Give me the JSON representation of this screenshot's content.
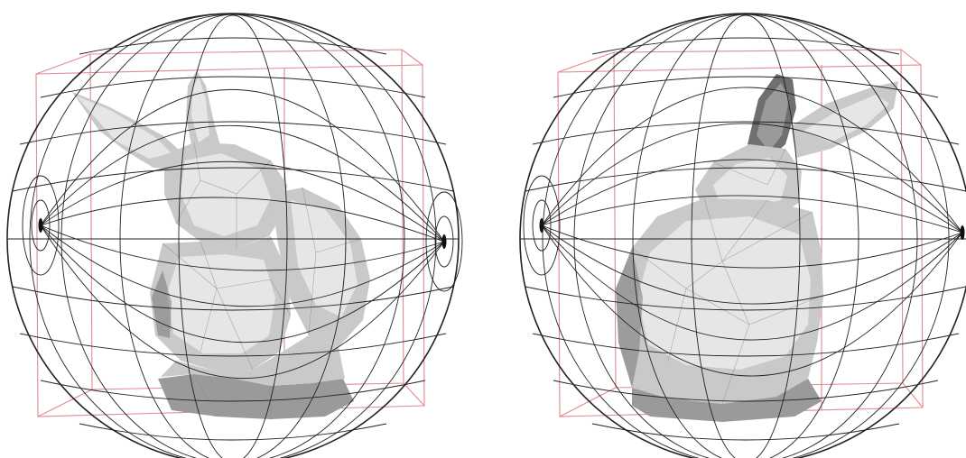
{
  "figure": {
    "panels": [
      {
        "name": "left-panel",
        "view": "front",
        "wireframe_color": "#222222",
        "bounding_box_color": "#e28a8f",
        "mesh_color": "#c9c9c9"
      },
      {
        "name": "right-panel",
        "view": "back",
        "wireframe_color": "#222222",
        "bounding_box_color": "#e28a8f",
        "mesh_color": "#c9c9c9"
      }
    ]
  }
}
